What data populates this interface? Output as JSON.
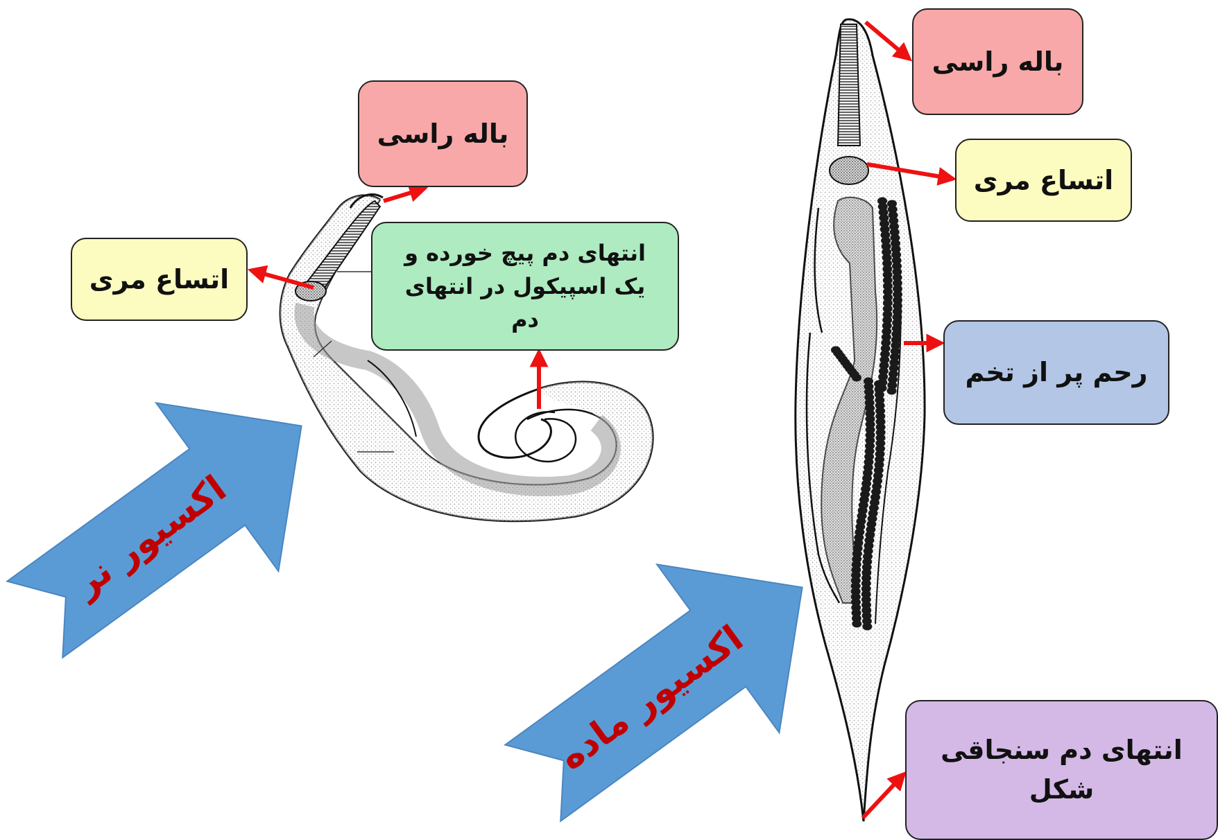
{
  "labels": {
    "male_head_fin": "باله راسی",
    "male_esophagus": "اتساع مری",
    "male_tail": "انتهای دم پیچ خورده و یک اسپیکول در انتهای دم",
    "female_head_fin": "باله راسی",
    "female_esophagus": "اتساع مری",
    "female_uterus": "رحم پر از تخم",
    "female_tail": "انتهای دم سنجاقی شکل"
  },
  "arrows": {
    "male": "اکسیور نر",
    "female": "اکسیور ماده"
  },
  "colors": {
    "pointer": "#ee1111",
    "big_arrow_fill": "#5b9bd5",
    "big_arrow_text": "#c00000",
    "box_pink": "#f8a8a8",
    "box_yellow": "#fcfcc0",
    "box_green": "#aeebc0",
    "box_blue": "#b3c6e6",
    "box_purple": "#d4b9e6"
  }
}
